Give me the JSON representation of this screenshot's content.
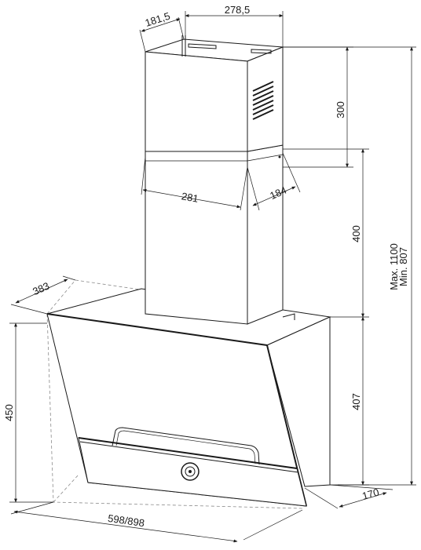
{
  "dimensions": {
    "duct_depth": "181,5",
    "duct_width": "278,5",
    "upper_duct_height": "300",
    "lower_duct_width": "281",
    "lower_duct_depth": "184",
    "lower_duct_height": "400",
    "hood_top_depth": "383",
    "hood_height": "450",
    "canopy_height": "407",
    "total_height_max": "Max. 1100",
    "total_height_min": "Min. 807",
    "hood_width": "598/898",
    "bottom_depth": "170"
  }
}
